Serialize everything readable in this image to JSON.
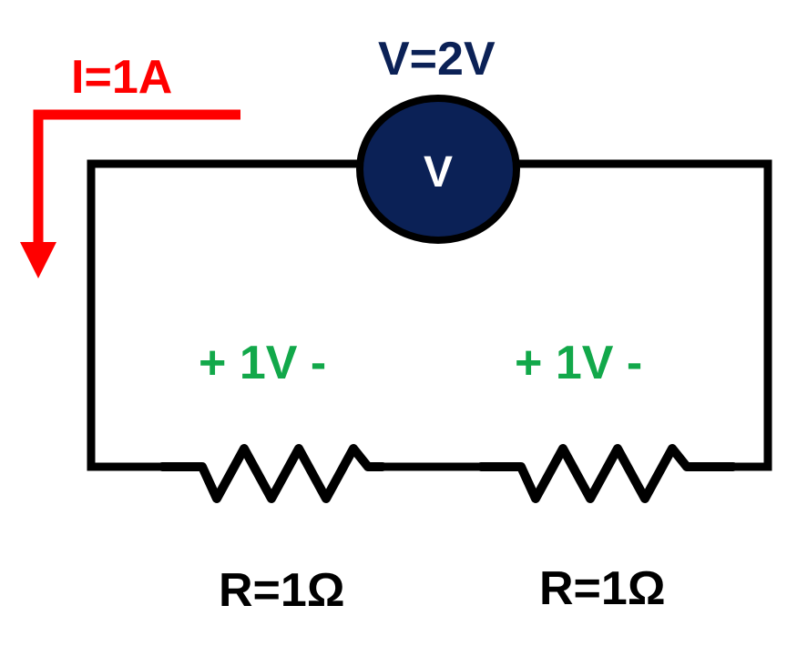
{
  "current": {
    "label": "I=1A",
    "color": "#ff0000"
  },
  "source": {
    "label": "V=2V",
    "symbol": "V",
    "fill_color": "#0b2156",
    "label_color": "#0b2156"
  },
  "resistors": [
    {
      "drop_label": "+ 1V -",
      "value_label": "R=1Ω"
    },
    {
      "drop_label": "+ 1V -",
      "value_label": "R=1Ω"
    }
  ],
  "colors": {
    "wire": "#000000",
    "drop": "#12a84a",
    "resistor_label": "#000000",
    "symbol_text": "#ffffff"
  }
}
